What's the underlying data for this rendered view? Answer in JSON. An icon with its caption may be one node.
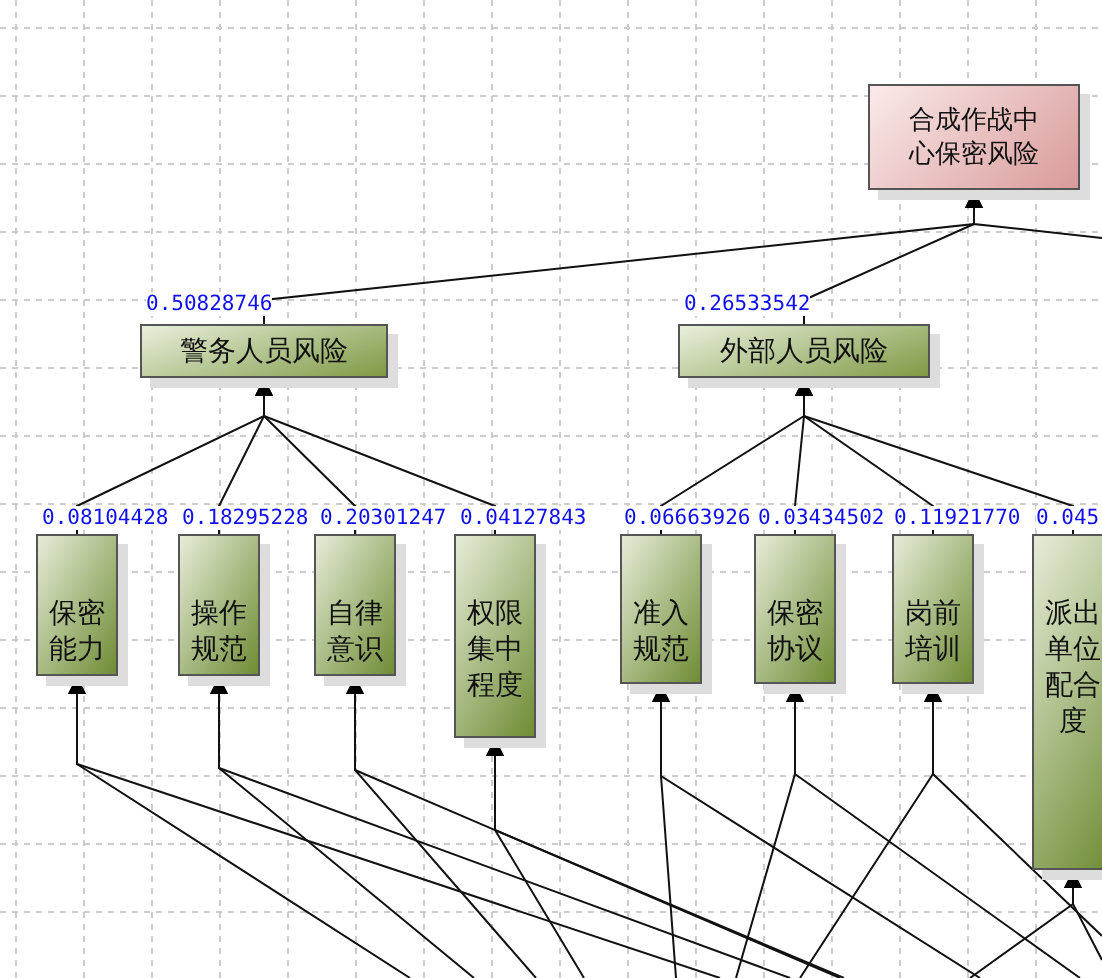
{
  "diagram": {
    "nodes": [
      {
        "text": [
          "合成作战中心保密风险"
        ]
      },
      {
        "text": [
          "警务人员风险"
        ],
        "beside": [
          "0.50828746"
        ]
      },
      {
        "text": [
          "外部人员风险"
        ],
        "beside": [
          "0.26533542"
        ]
      },
      {
        "text": [
          "保密能力"
        ],
        "beside": [
          "0.08104428"
        ]
      },
      {
        "text": [
          "操作规范"
        ],
        "beside": [
          "0.18295228"
        ]
      },
      {
        "text": [
          "自律意识"
        ],
        "beside": [
          "0.20301247"
        ]
      },
      {
        "text": [
          "权限集中程度"
        ],
        "beside": [
          "0.04127843"
        ]
      },
      {
        "text": [
          "准入规范"
        ],
        "beside": [
          "0.06663926"
        ]
      },
      {
        "text": [
          "保密协议"
        ],
        "beside": [
          "0.03434502"
        ]
      },
      {
        "text": [
          "岗前培训"
        ],
        "beside": [
          "0.11921770"
        ]
      },
      {
        "text": [
          "派出单位配合度"
        ],
        "beside": [
          "0.045"
        ]
      }
    ],
    "edges": [
      {
        "from": 1,
        "to": 0,
        "arrow": "to"
      },
      {
        "from": 2,
        "to": 0,
        "arrow": "to"
      },
      {
        "from": null,
        "to": 0,
        "arrow": "to"
      },
      {
        "from": 3,
        "to": 1,
        "arrow": "to"
      },
      {
        "from": 4,
        "to": 1,
        "arrow": "to"
      },
      {
        "from": 5,
        "to": 1,
        "arrow": "to"
      },
      {
        "from": 6,
        "to": 1,
        "arrow": "to"
      },
      {
        "from": 7,
        "to": 2,
        "arrow": "to"
      },
      {
        "from": 8,
        "to": 2,
        "arrow": "to"
      },
      {
        "from": 9,
        "to": 2,
        "arrow": "to"
      },
      {
        "from": 10,
        "to": 2,
        "arrow": "to"
      },
      {
        "from": null,
        "to": 3,
        "arrow": "to"
      },
      {
        "from": null,
        "to": 3,
        "arrow": "to"
      },
      {
        "from": null,
        "to": 4,
        "arrow": "to"
      },
      {
        "from": null,
        "to": 4,
        "arrow": "to"
      },
      {
        "from": null,
        "to": 5,
        "arrow": "to"
      },
      {
        "from": null,
        "to": 5,
        "arrow": "to"
      },
      {
        "from": null,
        "to": 6,
        "arrow": "to"
      },
      {
        "from": null,
        "to": 6,
        "arrow": "to"
      },
      {
        "from": null,
        "to": 7,
        "arrow": "to"
      },
      {
        "from": null,
        "to": 7,
        "arrow": "to"
      },
      {
        "from": null,
        "to": 8,
        "arrow": "to"
      },
      {
        "from": null,
        "to": 8,
        "arrow": "to"
      },
      {
        "from": null,
        "to": 9,
        "arrow": "to"
      },
      {
        "from": null,
        "to": 9,
        "arrow": "to"
      },
      {
        "from": null,
        "to": 10,
        "arrow": "to"
      },
      {
        "from": null,
        "to": 10,
        "arrow": "to"
      }
    ]
  }
}
